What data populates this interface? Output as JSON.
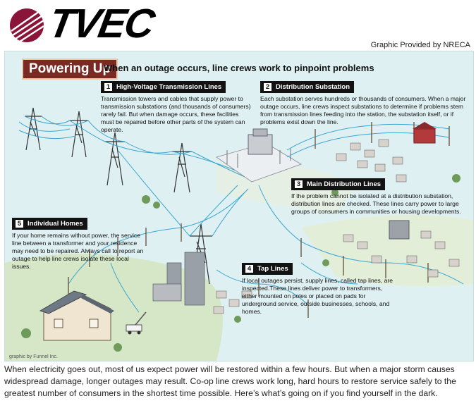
{
  "header": {
    "logo_text": "TVEC",
    "credit": "Graphic Provided by NRECA"
  },
  "graphic": {
    "title": "Powering Up",
    "subtitle": "When an outage occurs, line crews work to pinpoint problems",
    "artist": "graphic by Funnel Inc.",
    "colors": {
      "title_bg": "#7a2a22",
      "background": "#dff0f3",
      "line": "#3aa6cf",
      "ground": "#d6e7c8"
    },
    "callouts": [
      {
        "number": "1",
        "title": "High-Voltage Transmission Lines",
        "body": "Transmission towers and cables that supply power to transmission substations (and thousands of consumers) rarely fail. But when damage occurs, these facilities must be repaired before other parts of the system can operate."
      },
      {
        "number": "2",
        "title": "Distribution Substation",
        "body": "Each substation serves hundreds or thousands of consumers. When a major outage occurs, line crews inspect substations to determine if problems stem from transmission lines feeding into the station, the substation itself, or if problems exist down the line."
      },
      {
        "number": "3",
        "title": "Main Distribution Lines",
        "body": "If the problem cannot be isolated at a distribution substation, distribution lines are checked. These lines carry power to large groups of consumers in communities or housing developments."
      },
      {
        "number": "4",
        "title": "Tap Lines",
        "body": "If local outages persist, supply lines, called tap lines, are inspected.These lines deliver power to transformers, either mounted on poles or placed on pads for underground service, outside businesses, schools, and homes."
      },
      {
        "number": "5",
        "title": "Individual Homes",
        "body": "If your home remains without power, the service line between a transformer and your residence may need to be repaired. Always call to report an outage to help line crews isolate these local issues."
      }
    ]
  },
  "footer": {
    "text": "When electricity goes out, most of us expect power will be restored within a few hours. But when a major storm causes widespread damage, longer outages may result. Co-op line crews work long, hard hours to restore service safely to the greatest number of consumers in the shortest time possible. Here’s what’s going on if you find yourself in the dark."
  }
}
